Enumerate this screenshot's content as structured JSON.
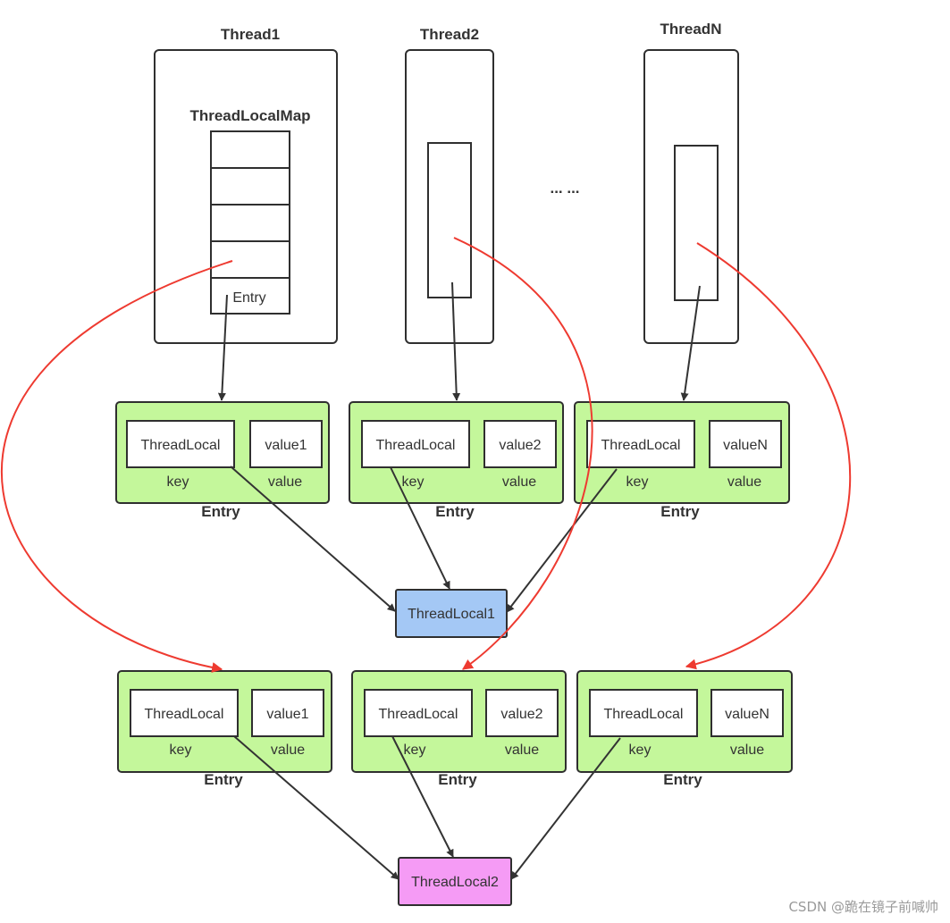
{
  "threads": [
    {
      "label": "Thread1",
      "map_label": "ThreadLocalMap",
      "slot_label": "Entry"
    },
    {
      "label": "Thread2"
    },
    {
      "label": "ThreadN"
    }
  ],
  "ellipsis": "... ...",
  "entry_rows": [
    {
      "entries": [
        {
          "key_text": "ThreadLocal",
          "value_text": "value1",
          "key_label": "key",
          "value_label": "value",
          "title": "Entry"
        },
        {
          "key_text": "ThreadLocal",
          "value_text": "value2",
          "key_label": "key",
          "value_label": "value",
          "title": "Entry"
        },
        {
          "key_text": "ThreadLocal",
          "value_text": "valueN",
          "key_label": "key",
          "value_label": "value",
          "title": "Entry"
        }
      ]
    },
    {
      "entries": [
        {
          "key_text": "ThreadLocal",
          "value_text": "value1",
          "key_label": "key",
          "value_label": "value",
          "title": "Entry"
        },
        {
          "key_text": "ThreadLocal",
          "value_text": "value2",
          "key_label": "key",
          "value_label": "value",
          "title": "Entry"
        },
        {
          "key_text": "ThreadLocal",
          "value_text": "valueN",
          "key_label": "key",
          "value_label": "value",
          "title": "Entry"
        }
      ]
    }
  ],
  "threadlocals": [
    {
      "label": "ThreadLocal1",
      "color": "#a4c8f5"
    },
    {
      "label": "ThreadLocal2",
      "color": "#f59bf5"
    }
  ],
  "colors": {
    "entry_fill": "#c4f79b",
    "entry_border": "#2f2f2f",
    "ref_arrow": "#333333",
    "red_arrow": "#ee3a30"
  },
  "watermark": "CSDN @跪在镜子前喊帅"
}
